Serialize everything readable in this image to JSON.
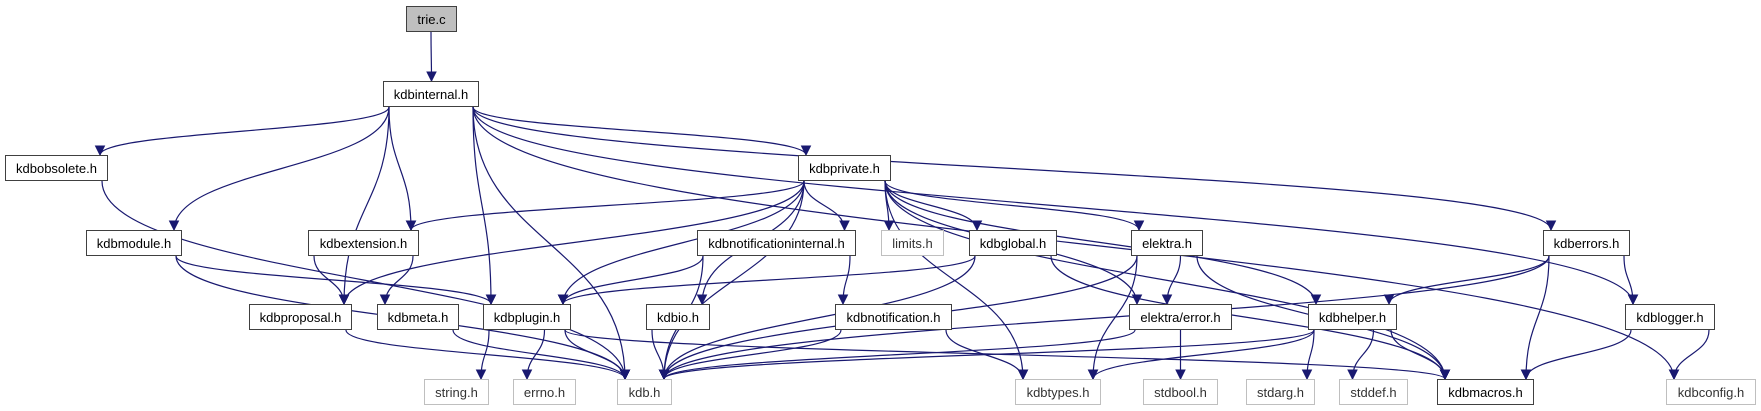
{
  "colors": {
    "edge": "#191970",
    "root_fill": "#bfbfbf",
    "node_border": "#404040",
    "external_border": "#bfbfbf"
  },
  "nodes": [
    {
      "id": "trie_c",
      "label": "trie.c",
      "kind": "root"
    },
    {
      "id": "kdbinternal",
      "label": "kdbinternal.h",
      "kind": "normal"
    },
    {
      "id": "kdbobsolete",
      "label": "kdbobsolete.h",
      "kind": "normal"
    },
    {
      "id": "kdbprivate",
      "label": "kdbprivate.h",
      "kind": "normal"
    },
    {
      "id": "kdbmodule",
      "label": "kdbmodule.h",
      "kind": "normal"
    },
    {
      "id": "kdbextension",
      "label": "kdbextension.h",
      "kind": "normal"
    },
    {
      "id": "kdbnotificationinternal",
      "label": "kdbnotificationinternal.h",
      "kind": "normal"
    },
    {
      "id": "limits",
      "label": "limits.h",
      "kind": "external"
    },
    {
      "id": "kdbglobal",
      "label": "kdbglobal.h",
      "kind": "normal"
    },
    {
      "id": "elektra",
      "label": "elektra.h",
      "kind": "normal"
    },
    {
      "id": "kdberrors",
      "label": "kdberrors.h",
      "kind": "normal"
    },
    {
      "id": "kdbproposal",
      "label": "kdbproposal.h",
      "kind": "normal"
    },
    {
      "id": "kdbmeta",
      "label": "kdbmeta.h",
      "kind": "normal"
    },
    {
      "id": "kdbplugin",
      "label": "kdbplugin.h",
      "kind": "normal"
    },
    {
      "id": "kdbio",
      "label": "kdbio.h",
      "kind": "normal"
    },
    {
      "id": "kdbnotification",
      "label": "kdbnotification.h",
      "kind": "normal"
    },
    {
      "id": "elektra_error",
      "label": "elektra/error.h",
      "kind": "normal"
    },
    {
      "id": "kdbhelper",
      "label": "kdbhelper.h",
      "kind": "normal"
    },
    {
      "id": "kdblogger",
      "label": "kdblogger.h",
      "kind": "normal"
    },
    {
      "id": "string",
      "label": "string.h",
      "kind": "external"
    },
    {
      "id": "errno",
      "label": "errno.h",
      "kind": "external"
    },
    {
      "id": "kdb",
      "label": "kdb.h",
      "kind": "external"
    },
    {
      "id": "kdbtypes",
      "label": "kdbtypes.h",
      "kind": "external"
    },
    {
      "id": "stdbool",
      "label": "stdbool.h",
      "kind": "external"
    },
    {
      "id": "stdarg",
      "label": "stdarg.h",
      "kind": "external"
    },
    {
      "id": "stddef",
      "label": "stddef.h",
      "kind": "external"
    },
    {
      "id": "kdbmacros",
      "label": "kdbmacros.h",
      "kind": "normal"
    },
    {
      "id": "kdbconfig",
      "label": "kdbconfig.h",
      "kind": "external"
    }
  ],
  "edges": [
    [
      "trie_c",
      "kdbinternal"
    ],
    [
      "kdbinternal",
      "kdbobsolete"
    ],
    [
      "kdbinternal",
      "kdbmodule"
    ],
    [
      "kdbinternal",
      "kdbextension"
    ],
    [
      "kdbinternal",
      "kdbproposal"
    ],
    [
      "kdbinternal",
      "kdb"
    ],
    [
      "kdbinternal",
      "kdbplugin"
    ],
    [
      "kdbinternal",
      "kdbprivate"
    ],
    [
      "kdbinternal",
      "kdberrors"
    ],
    [
      "kdbinternal",
      "kdblogger"
    ],
    [
      "kdbinternal",
      "kdbconfig"
    ],
    [
      "kdbobsolete",
      "kdb"
    ],
    [
      "kdbmodule",
      "kdbplugin"
    ],
    [
      "kdbmodule",
      "kdb"
    ],
    [
      "kdbprivate",
      "kdbextension"
    ],
    [
      "kdbprivate",
      "kdbproposal"
    ],
    [
      "kdbprivate",
      "kdbplugin"
    ],
    [
      "kdbprivate",
      "kdb"
    ],
    [
      "kdbprivate",
      "kdbio"
    ],
    [
      "kdbprivate",
      "kdbnotificationinternal"
    ],
    [
      "kdbprivate",
      "limits"
    ],
    [
      "kdbprivate",
      "kdbglobal"
    ],
    [
      "kdbprivate",
      "kdbtypes"
    ],
    [
      "kdbprivate",
      "elektra"
    ],
    [
      "kdbprivate",
      "elektra_error"
    ],
    [
      "kdbprivate",
      "kdbhelper"
    ],
    [
      "kdbprivate",
      "kdbmacros"
    ],
    [
      "kdbextension",
      "kdbproposal"
    ],
    [
      "kdbextension",
      "kdbmeta"
    ],
    [
      "kdbnotificationinternal",
      "kdbplugin"
    ],
    [
      "kdbnotificationinternal",
      "kdb"
    ],
    [
      "kdbnotificationinternal",
      "kdbnotification"
    ],
    [
      "kdbglobal",
      "kdbplugin"
    ],
    [
      "kdbglobal",
      "kdb"
    ],
    [
      "kdbglobal",
      "kdbmacros"
    ],
    [
      "elektra",
      "kdb"
    ],
    [
      "elektra",
      "kdbtypes"
    ],
    [
      "elektra",
      "elektra_error"
    ],
    [
      "elektra",
      "kdbmacros"
    ],
    [
      "kdberrors",
      "kdb"
    ],
    [
      "kdberrors",
      "kdbhelper"
    ],
    [
      "kdberrors",
      "kdbmacros"
    ],
    [
      "kdberrors",
      "kdblogger"
    ],
    [
      "kdbproposal",
      "kdb"
    ],
    [
      "kdbmeta",
      "kdb"
    ],
    [
      "kdbplugin",
      "string"
    ],
    [
      "kdbplugin",
      "errno"
    ],
    [
      "kdbplugin",
      "kdb"
    ],
    [
      "kdbplugin",
      "kdbmacros"
    ],
    [
      "kdbio",
      "kdb"
    ],
    [
      "kdbnotification",
      "kdb"
    ],
    [
      "kdbnotification",
      "kdbtypes"
    ],
    [
      "elektra_error",
      "kdb"
    ],
    [
      "elektra_error",
      "stdbool"
    ],
    [
      "kdbhelper",
      "kdb"
    ],
    [
      "kdbhelper",
      "kdbtypes"
    ],
    [
      "kdbhelper",
      "stdarg"
    ],
    [
      "kdbhelper",
      "stddef"
    ],
    [
      "kdbhelper",
      "kdbmacros"
    ],
    [
      "kdblogger",
      "kdbmacros"
    ],
    [
      "kdblogger",
      "kdbconfig"
    ]
  ]
}
